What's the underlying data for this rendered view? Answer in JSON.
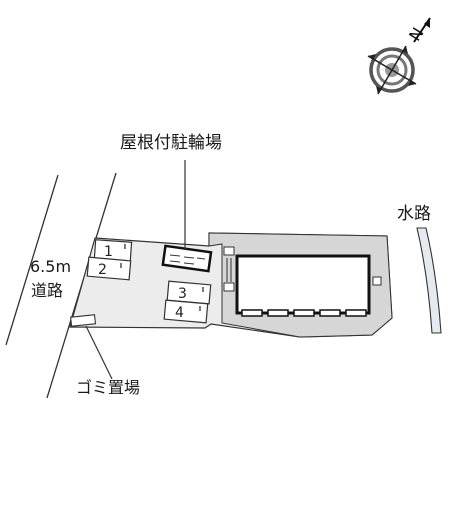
{
  "labels": {
    "bicycle_parking": "屋根付駐輪場",
    "waterway": "水路",
    "road_width": "6.5m",
    "road": "道路",
    "garbage": "ゴミ置場",
    "compass_n": "N"
  },
  "parking_spaces": [
    "1",
    "2",
    "3",
    "4"
  ],
  "colors": {
    "lot_fill": "#ececec",
    "ground_fill": "#d6d6d6",
    "line": "#333333",
    "water_fill": "#e4eaf0"
  }
}
